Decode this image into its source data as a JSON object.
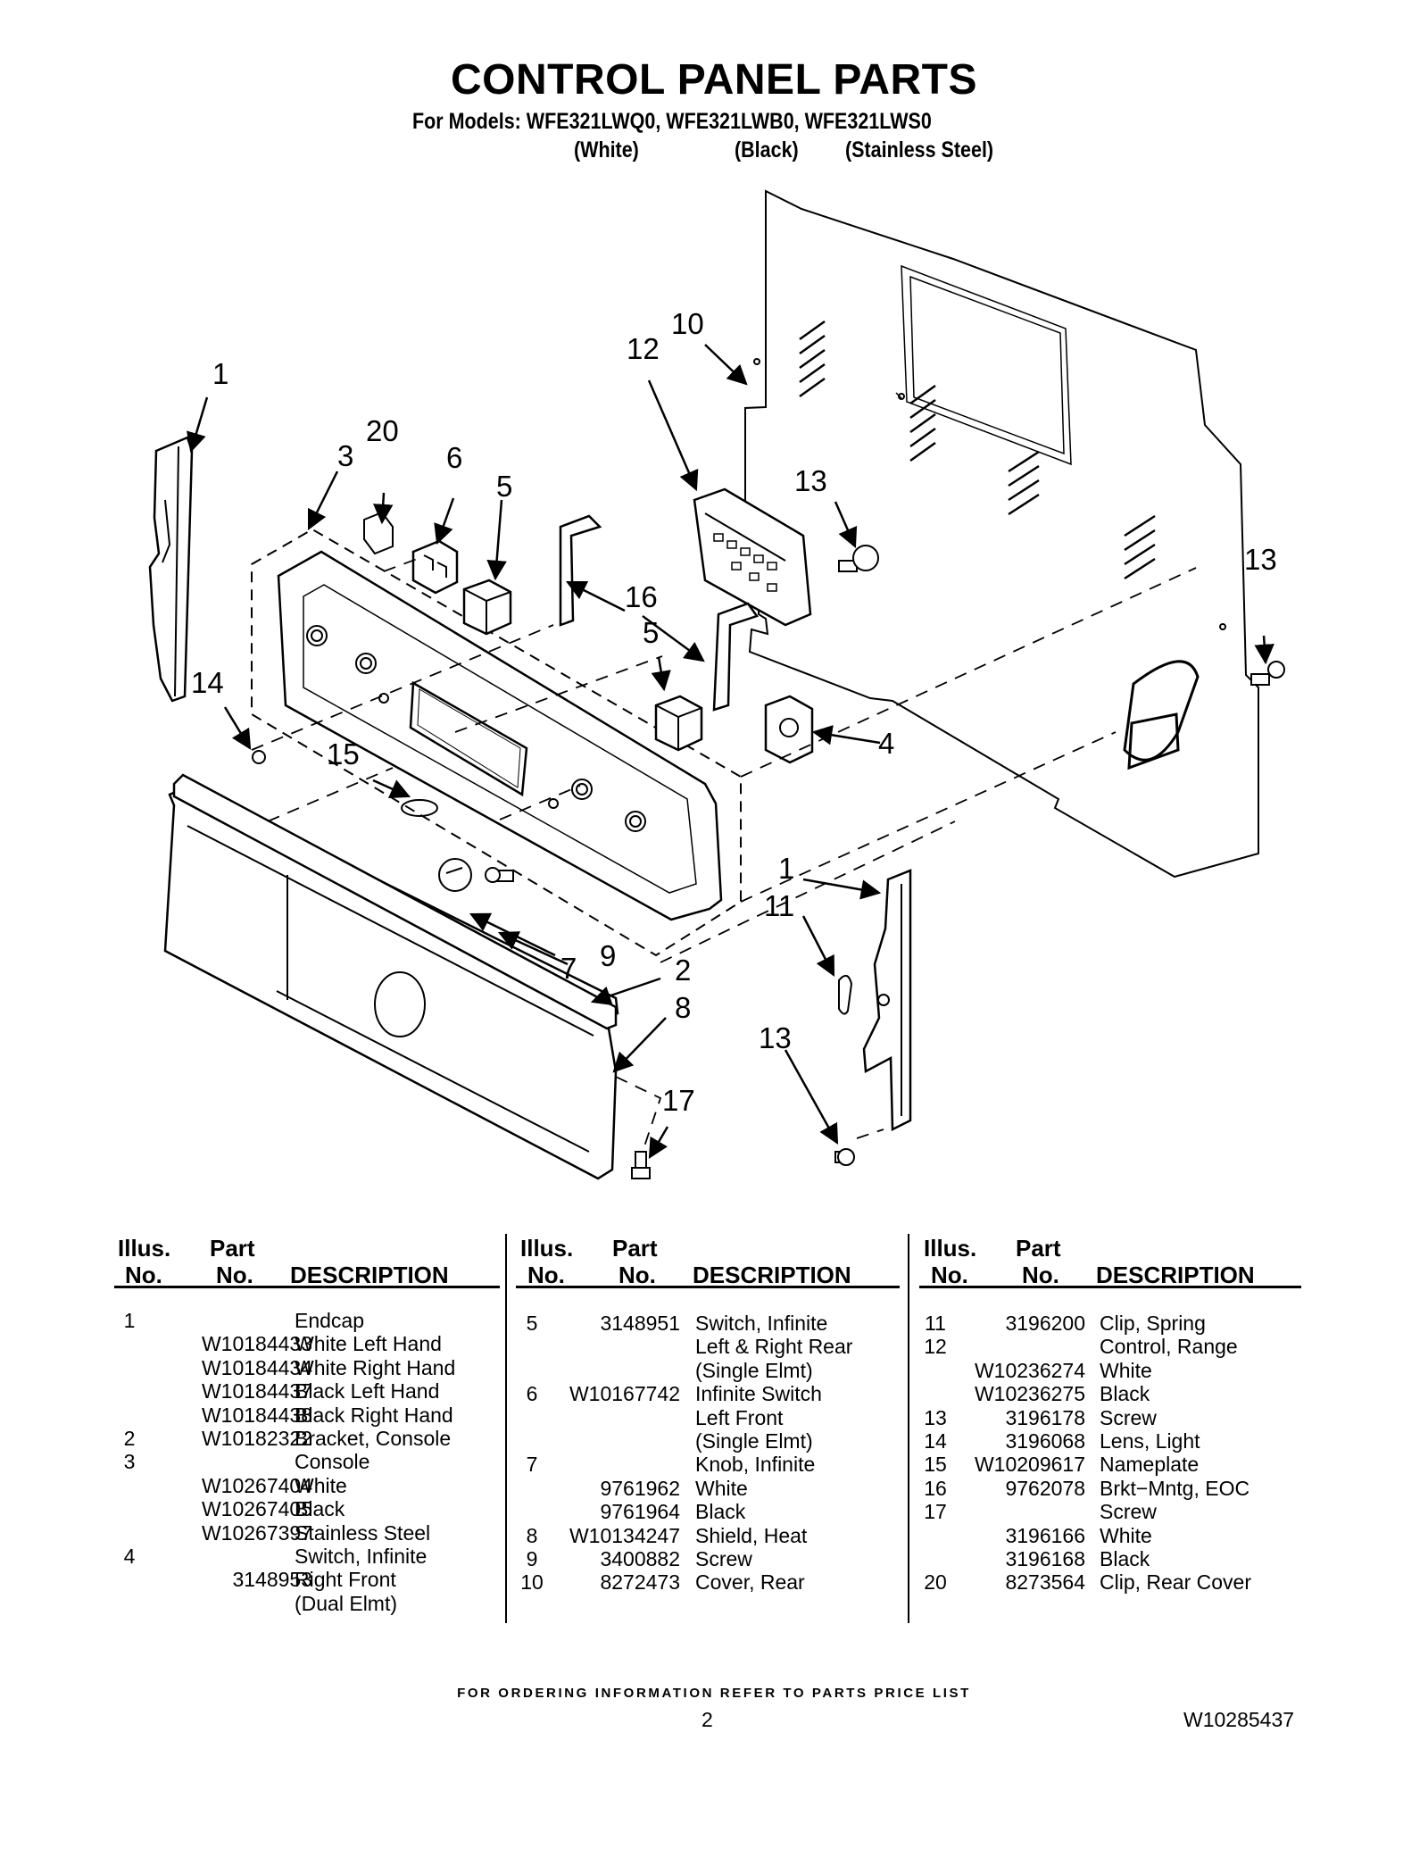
{
  "header": {
    "title": "CONTROL PANEL PARTS",
    "models_line": "For Models: WFE321LWQ0, WFE321LWB0, WFE321LWS0",
    "color_labels": [
      "(White)",
      "(Black)",
      "(Stainless Steel)"
    ]
  },
  "diagram": {
    "callouts": [
      "1",
      "20",
      "3",
      "6",
      "5",
      "12",
      "10",
      "13",
      "13",
      "16",
      "5",
      "4",
      "14",
      "15",
      "1",
      "11",
      "7",
      "9",
      "2",
      "8",
      "13",
      "17"
    ]
  },
  "table": {
    "headers": {
      "illus_line1": "Illus.",
      "illus_line2": "No.",
      "part_line1": "Part",
      "part_line2": "No.",
      "description": "DESCRIPTION"
    },
    "columns": [
      [
        {
          "illus": "1",
          "part": "",
          "desc": "Endcap"
        },
        {
          "illus": "",
          "part": "W10184433",
          "desc": "White Left Hand"
        },
        {
          "illus": "",
          "part": "W10184434",
          "desc": "White Right Hand"
        },
        {
          "illus": "",
          "part": "W10184437",
          "desc": "Black Left Hand"
        },
        {
          "illus": "",
          "part": "W10184438",
          "desc": "Black Right Hand"
        },
        {
          "illus": "2",
          "part": "W10182322",
          "desc": "Bracket, Console"
        },
        {
          "illus": "3",
          "part": "",
          "desc": "Console"
        },
        {
          "illus": "",
          "part": "W10267404",
          "desc": "White"
        },
        {
          "illus": "",
          "part": "W10267405",
          "desc": "Black"
        },
        {
          "illus": "",
          "part": "W10267397",
          "desc": "Stainless Steel"
        },
        {
          "illus": "4",
          "part": "",
          "desc": "Switch, Infinite"
        },
        {
          "illus": "",
          "part": "3148953",
          "desc": "Right Front"
        },
        {
          "illus": "",
          "part": "",
          "desc": "(Dual Elmt)"
        }
      ],
      [
        {
          "illus": "5",
          "part": "3148951",
          "desc": "Switch, Infinite"
        },
        {
          "illus": "",
          "part": "",
          "desc": "Left & Right Rear"
        },
        {
          "illus": "",
          "part": "",
          "desc": "(Single Elmt)"
        },
        {
          "illus": "6",
          "part": "W10167742",
          "desc": "Infinite Switch"
        },
        {
          "illus": "",
          "part": "",
          "desc": "Left Front"
        },
        {
          "illus": "",
          "part": "",
          "desc": "(Single Elmt)"
        },
        {
          "illus": "7",
          "part": "",
          "desc": "Knob, Infinite"
        },
        {
          "illus": "",
          "part": "9761962",
          "desc": "White"
        },
        {
          "illus": "",
          "part": "9761964",
          "desc": "Black"
        },
        {
          "illus": "8",
          "part": "W10134247",
          "desc": "Shield, Heat"
        },
        {
          "illus": "9",
          "part": "3400882",
          "desc": "Screw"
        },
        {
          "illus": "10",
          "part": "8272473",
          "desc": "Cover, Rear"
        }
      ],
      [
        {
          "illus": "11",
          "part": "3196200",
          "desc": "Clip, Spring"
        },
        {
          "illus": "12",
          "part": "",
          "desc": "Control, Range"
        },
        {
          "illus": "",
          "part": "W10236274",
          "desc": "White"
        },
        {
          "illus": "",
          "part": "W10236275",
          "desc": "Black"
        },
        {
          "illus": "13",
          "part": "3196178",
          "desc": "Screw"
        },
        {
          "illus": "14",
          "part": "3196068",
          "desc": "Lens, Light"
        },
        {
          "illus": "15",
          "part": "W10209617",
          "desc": "Nameplate"
        },
        {
          "illus": "16",
          "part": "9762078",
          "desc": "Brkt−Mntg, EOC"
        },
        {
          "illus": "17",
          "part": "",
          "desc": "Screw"
        },
        {
          "illus": "",
          "part": "3196166",
          "desc": "White"
        },
        {
          "illus": "",
          "part": "3196168",
          "desc": "Black"
        },
        {
          "illus": "20",
          "part": "8273564",
          "desc": "Clip, Rear Cover"
        }
      ]
    ]
  },
  "footer": {
    "ordering_note": "FOR ORDERING INFORMATION REFER TO PARTS PRICE LIST",
    "page_number": "2",
    "document_number": "W10285437"
  }
}
